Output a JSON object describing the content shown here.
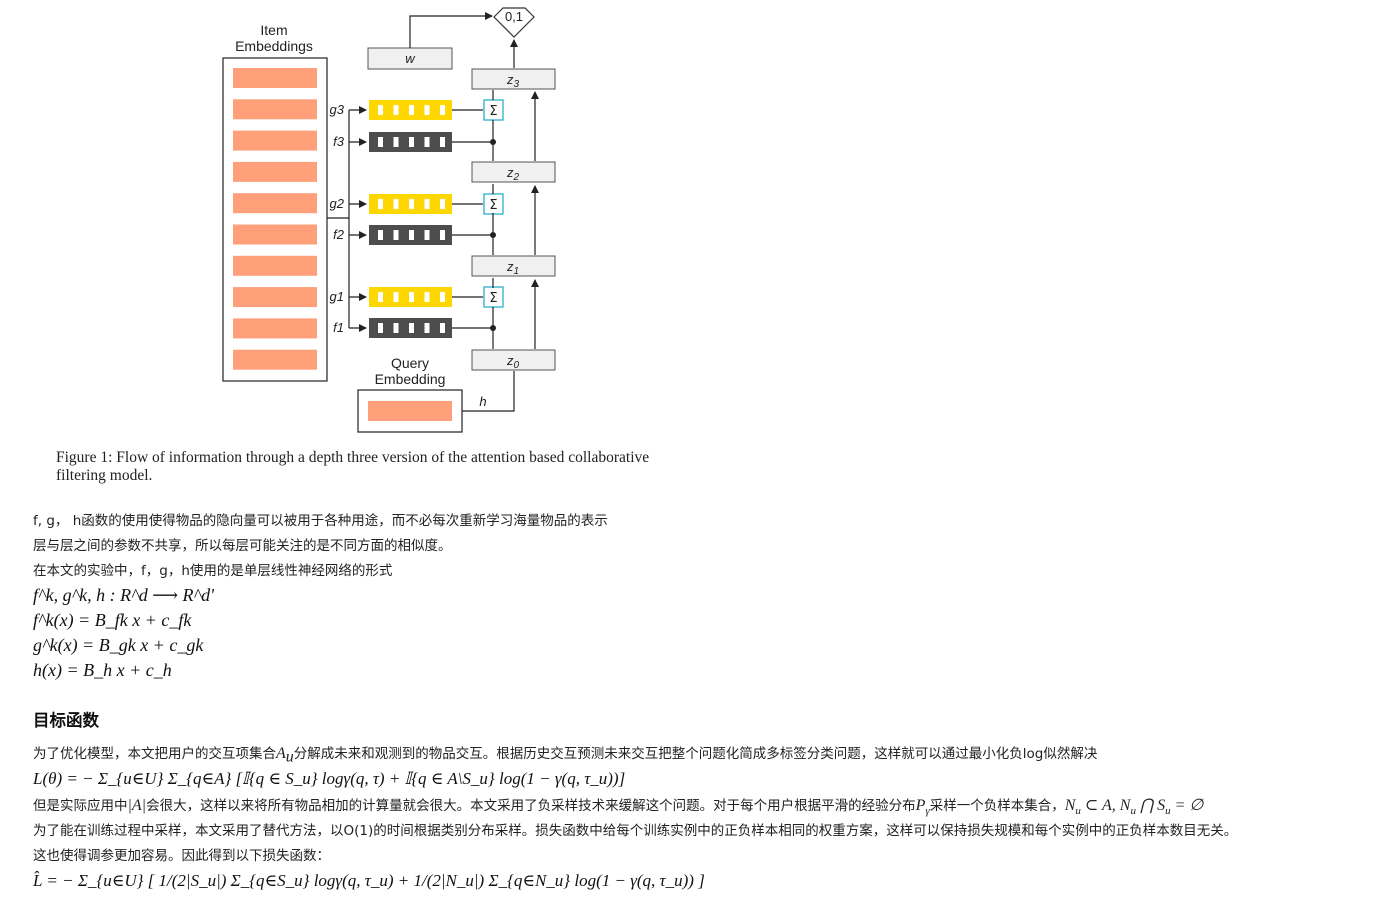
{
  "figure": {
    "item_embeddings_label_1": "Item",
    "item_embeddings_label_2": "Embeddings",
    "query_embedding_label_1": "Query",
    "query_embedding_label_2": "Embedding",
    "output_label": "0,1",
    "w_label": "w",
    "h_label": "h",
    "sigma": "Σ",
    "z_labels": [
      "z3",
      "z2",
      "z1",
      "z0"
    ],
    "gf_labels": [
      "g3",
      "f3",
      "g2",
      "f2",
      "g1",
      "f1"
    ],
    "colors": {
      "salmon": "#ffa07a",
      "yellow": "#ffd700",
      "dark": "#4d4d4d",
      "sigma_border": "#2ab0c8",
      "box_fill": "#f0f0f0"
    }
  },
  "caption": {
    "line1": "Figure 1: Flow of information through a depth three version of the attention based collaborative",
    "line2": "filtering model."
  },
  "text": {
    "p1": "f, g， h函数的使用使得物品的隐向量可以被用于各种用途，而不必每次重新学习海量物品的表示",
    "p2": "层与层之间的参数不共享，所以每层可能关注的是不同方面的相似度。",
    "p3": "在本文的实验中，f，g，h使用的是单层线性神经网络的形式",
    "eq1": "f^k, g^k, h : R^d ⟶ R^d'",
    "eq2": "f^k(x) = B_fk x + c_fk",
    "eq3": "g^k(x) = B_gk x + c_gk",
    "eq4": "h(x) = B_h x + c_h",
    "heading": "目标函数",
    "p4a": "为了优化模型，本文把用户的交互项集合",
    "p4m": "A",
    "p4b": "分解成未来和观测到的物品交互。根据历史交互预测未来交互把整个问题化简成多标签分类问题，这样就可以通过最小化负log似然解决",
    "eq5": "L(θ) = − Σ_{u∈U} Σ_{q∈A} [𝕀{q ∈ S_u} logγ(q, τ) + 𝕀{q ∈ A\\S_u} log(1 − γ(q, τ_u))]",
    "p5a": "但是实际应用中",
    "p5b": "会很大，这样以来将所有物品相加的计算量就会很大。本文采用了负采样技术来缓解这个问题。对于每个用户根据平滑的经验分布",
    "p5c": "采样一个负样本集合，",
    "p6": "为了能在训练过程中采样，本文采用了替代方法，以O(1)的时间根据类别分布采样。损失函数中给每个训练实例中的正负样本相同的权重方案，这样可以保持损失规模和每个实例中的正负样本数目无关。",
    "p7": "这也使得调参更加容易。因此得到以下损失函数：",
    "eq6": "L̂ = − Σ_{u∈U} [ 1/(2|S_u|) Σ_{q∈S_u} logγ(q, τ_u) + 1/(2|N_u|) Σ_{q∈N_u} log(1 − γ(q, τ_u)) ]"
  }
}
